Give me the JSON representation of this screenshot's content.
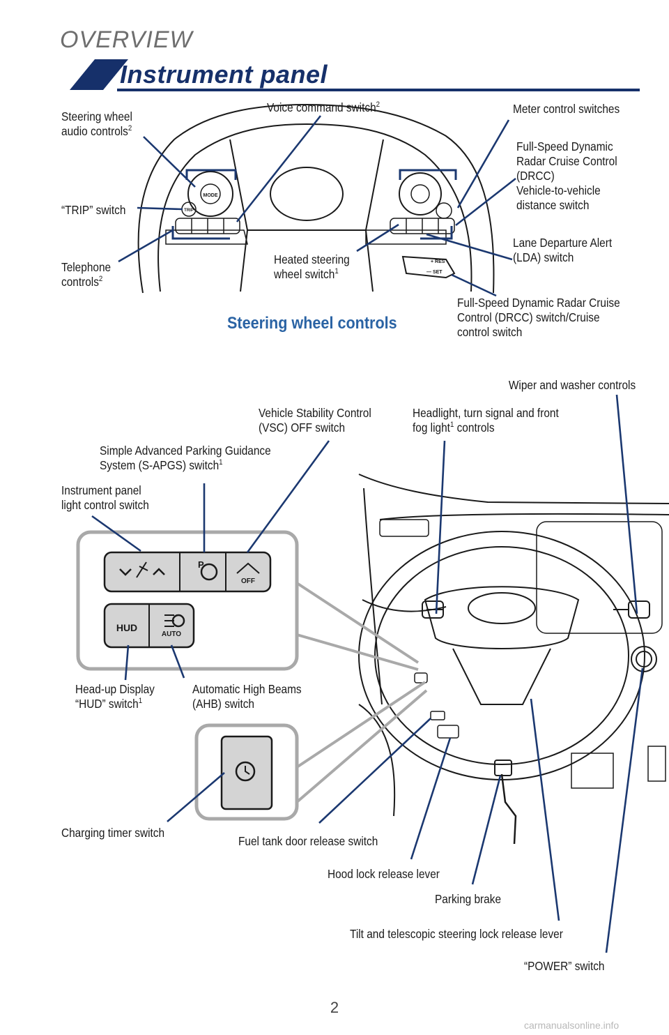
{
  "header": {
    "section": "OVERVIEW",
    "title": "Instrument panel"
  },
  "steering_wheel_controls": {
    "caption": "Steering wheel controls",
    "labels": {
      "audio_controls": {
        "text": "Steering wheel",
        "text2": "audio controls",
        "sup": "2"
      },
      "voice_command": {
        "text": "Voice command switch",
        "sup": "2"
      },
      "meter_control": {
        "text": "Meter control switches"
      },
      "drcc_distance": {
        "lines": [
          "Full-Speed Dynamic",
          "Radar Cruise Control",
          "(DRCC)",
          "Vehicle-to-vehicle",
          "distance switch"
        ]
      },
      "trip_switch": {
        "text": "“TRIP” switch"
      },
      "lda_switch": {
        "lines": [
          "Lane Departure Alert",
          "(LDA) switch"
        ]
      },
      "heated_steering": {
        "text": "Heated steering",
        "text2": "wheel switch",
        "sup": "1"
      },
      "telephone": {
        "text": "Telephone",
        "text2": "controls",
        "sup": "2"
      },
      "drcc_switch": {
        "lines": [
          "Full-Speed Dynamic Radar Cruise",
          "Control (DRCC) switch/Cruise",
          "control switch"
        ]
      }
    },
    "button_glyphs": {
      "mode": "MODE",
      "trip": "TRIP",
      "res": "+ RES",
      "set": "— SET"
    }
  },
  "instrument_panel_controls": {
    "labels": {
      "wiper": {
        "text": "Wiper and washer controls"
      },
      "vsc_off": {
        "lines": [
          "Vehicle Stability Control",
          "(VSC) OFF switch"
        ]
      },
      "headlight": {
        "text": "Headlight, turn signal and front",
        "text2": "fog light",
        "sup": "1",
        "text3": " controls"
      },
      "s_apgs": {
        "text": "Simple Advanced Parking Guidance",
        "text2": "System (S-APGS) switch",
        "sup": "1"
      },
      "panel_light": {
        "lines": [
          "Instrument panel",
          "light control switch"
        ]
      },
      "hud": {
        "text": "Head-up Display",
        "text2": "“HUD” switch",
        "sup": "1"
      },
      "ahb": {
        "lines": [
          "Automatic High Beams",
          "(AHB) switch"
        ]
      },
      "charging_timer": {
        "text": "Charging timer switch"
      },
      "fuel_door": {
        "text": "Fuel tank door release switch"
      },
      "hood_lock": {
        "text": "Hood lock release lever"
      },
      "parking_brake": {
        "text": "Parking brake"
      },
      "tilt_telescopic": {
        "text": "Tilt and telescopic steering lock release lever"
      },
      "power_switch": {
        "text": "“POWER” switch"
      }
    },
    "button_glyphs": {
      "hud": "HUD",
      "auto": "AUTO",
      "off": "OFF",
      "p": "P"
    }
  },
  "footer": {
    "page_number": "2",
    "watermark": "carmanualsonline.info"
  },
  "colors": {
    "leader_line": "#1b3870",
    "title": "#16306a",
    "caption": "#2a63a4",
    "inset_border": "#a9a9a9",
    "button_fill": "#d4d4d4"
  }
}
